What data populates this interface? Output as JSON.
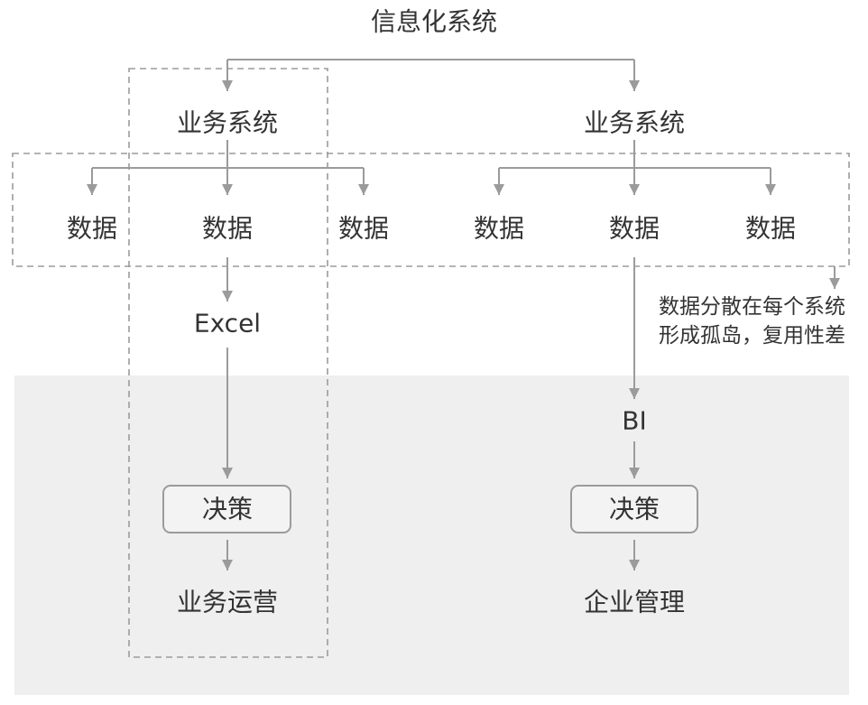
{
  "title": "信息化系统",
  "left_branch": {
    "system": "业务系统",
    "data": [
      "数据",
      "数据",
      "数据"
    ],
    "tool": "Excel",
    "decision": "决策",
    "outcome": "业务运营"
  },
  "right_branch": {
    "system": "业务系统",
    "data": [
      "数据",
      "数据",
      "数据"
    ],
    "tool": "BI",
    "decision": "决策",
    "outcome": "企业管理"
  },
  "note": {
    "lines": [
      "数据分散在每个系统",
      "形成孤岛，复用性差"
    ]
  },
  "colors": {
    "text": "#333333",
    "line": "#9b9b9b",
    "panel": "#efefef",
    "box": "#f3f3f3"
  }
}
